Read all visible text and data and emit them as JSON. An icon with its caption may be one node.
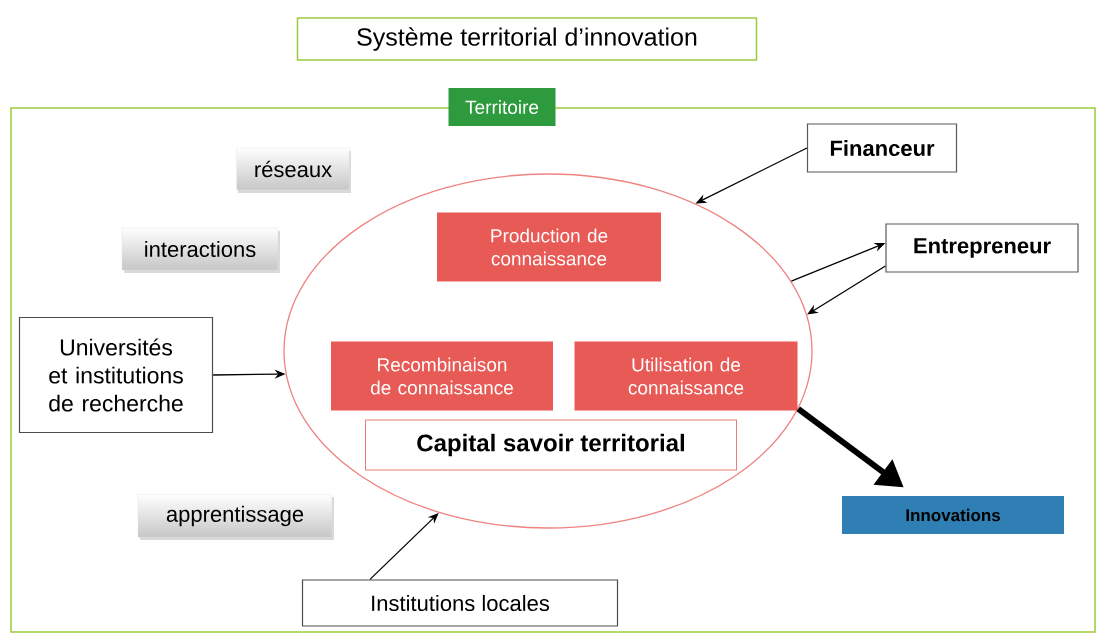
{
  "diagram": {
    "title": "Système territorial d’innovation",
    "nodes": [
      {
        "text": [
          "Territoire"
        ]
      },
      {
        "text": [
          "réseaux"
        ],
        "in": 0
      },
      {
        "text": [
          "Financeur"
        ],
        "in": 0
      },
      {
        "text": [
          "interactions"
        ],
        "in": 0
      },
      {
        "text": [],
        "shape": "ellipse",
        "in": 0
      },
      {
        "text": [
          "Production de connaissance"
        ],
        "in": 4
      },
      {
        "text": [
          "Entrepreneur"
        ],
        "in": 0
      },
      {
        "text": [
          "Universités et institutions de recherche"
        ],
        "in": 0
      },
      {
        "text": [
          "Recombinaison de connaissance"
        ],
        "in": 4
      },
      {
        "text": [
          "Utilisation de connaissance"
        ],
        "in": 4
      },
      {
        "text": [
          "Capital savoir territorial"
        ],
        "in": 4
      },
      {
        "text": [
          "apprentissage"
        ],
        "in": 0
      },
      {
        "text": [
          "Innovations"
        ],
        "in": 0
      },
      {
        "text": [
          "Institutions locales"
        ],
        "in": 0
      }
    ],
    "edges": [
      {
        "from": 2,
        "to": 4,
        "arrow": "to"
      },
      {
        "from": 4,
        "to": 6,
        "arrow": "to"
      },
      {
        "from": 6,
        "to": 4,
        "arrow": "to"
      },
      {
        "from": 7,
        "to": 4,
        "arrow": "to"
      },
      {
        "from": 13,
        "to": 4,
        "arrow": "to"
      },
      {
        "from": 4,
        "to": 12,
        "arrow": "to",
        "style": "thick"
      }
    ]
  }
}
